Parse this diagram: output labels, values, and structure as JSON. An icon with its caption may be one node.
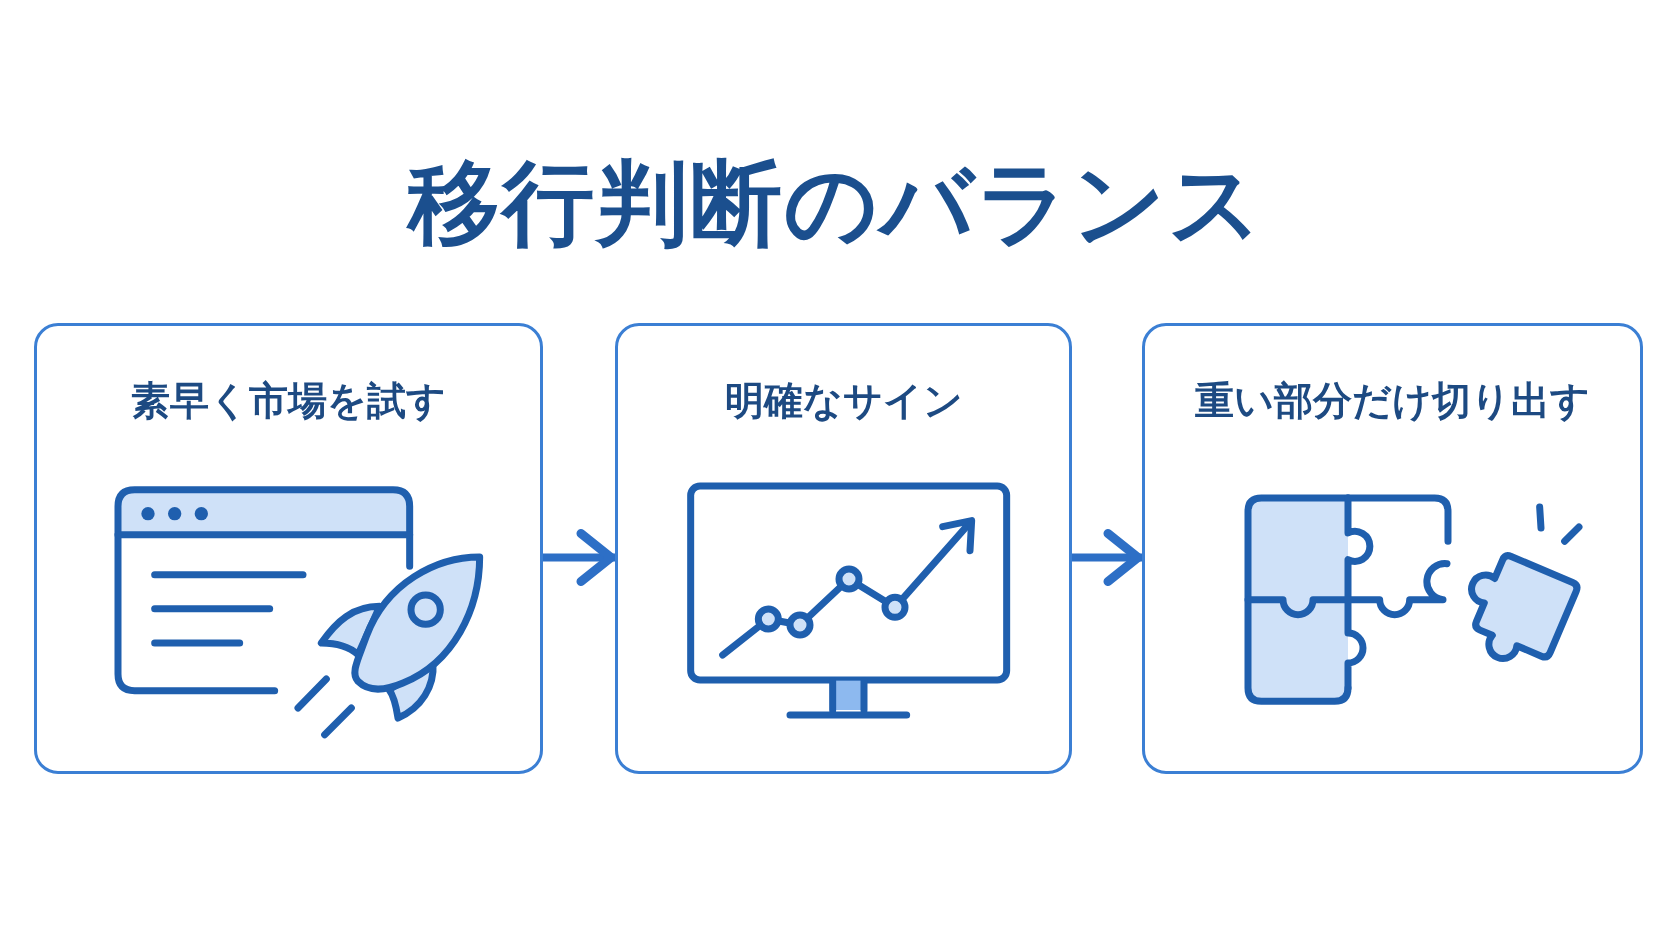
{
  "diagram": {
    "title": "移行判断のバランス",
    "nodes": [
      {
        "text": [
          "素早く市場を試す"
        ]
      },
      {
        "text": [
          "明確なサイン"
        ]
      },
      {
        "text": [
          "重い部分だけ切り出す"
        ]
      }
    ],
    "edges": [
      {
        "from": 0,
        "to": 1,
        "arrow": "to"
      },
      {
        "from": 1,
        "to": 2,
        "arrow": "to"
      }
    ]
  }
}
